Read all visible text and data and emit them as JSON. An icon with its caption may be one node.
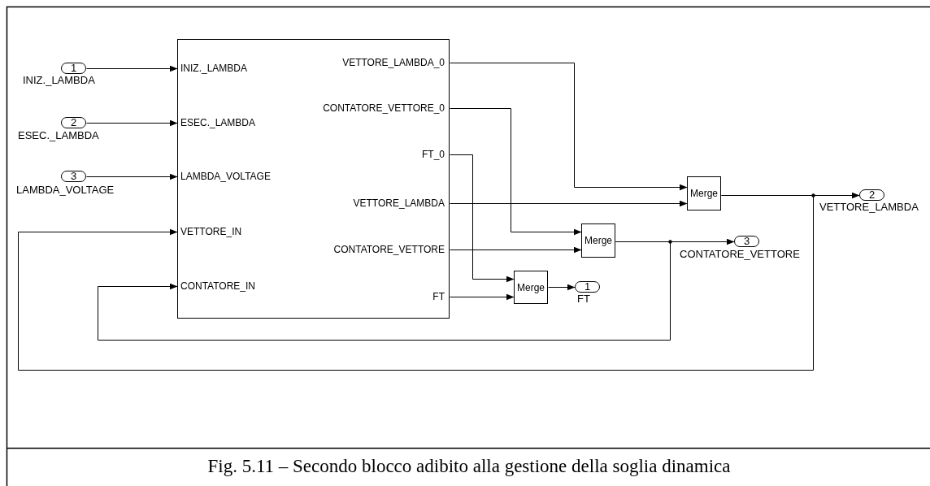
{
  "diagram": {
    "caption": "Fig. 5.11 – Secondo blocco adibito alla gestione della soglia dinamica",
    "nodes": [
      {
        "text": [
          "1"
        ],
        "beside": [
          "INIZ._LAMBDA"
        ]
      },
      {
        "text": [
          "2"
        ],
        "beside": [
          "ESEC._LAMBDA"
        ]
      },
      {
        "text": [
          "3"
        ],
        "beside": [
          "LAMBDA_VOLTAGE"
        ]
      },
      {
        "text": [
          "INIZ._LAMBDA",
          "ESEC._LAMBDA",
          "LAMBDA_VOLTAGE",
          "VETTORE_IN",
          "CONTATORE_IN",
          "VETTORE_LAMBDA_0",
          "CONTATORE_VETTORE_0",
          "FT_0",
          "VETTORE_LAMBDA",
          "CONTATORE_VETTORE",
          "FT"
        ]
      },
      {
        "text": [
          "Merge"
        ]
      },
      {
        "text": [
          "Merge"
        ]
      },
      {
        "text": [
          "Merge"
        ]
      },
      {
        "text": [
          "2"
        ],
        "beside": [
          "VETTORE_LAMBDA"
        ]
      },
      {
        "text": [
          "3"
        ],
        "beside": [
          "CONTATORE_VETTORE"
        ]
      },
      {
        "text": [
          "1"
        ],
        "beside": [
          "FT"
        ]
      }
    ],
    "edges": [
      {
        "from": 0,
        "to": 3,
        "arrow": "to"
      },
      {
        "from": 1,
        "to": 3,
        "arrow": "to"
      },
      {
        "from": 2,
        "to": 3,
        "arrow": "to"
      },
      {
        "from": 3,
        "to": 4,
        "arrow": "to"
      },
      {
        "from": 3,
        "to": 5,
        "arrow": "to"
      },
      {
        "from": 3,
        "to": 6,
        "arrow": "to"
      },
      {
        "from": 3,
        "to": 4,
        "arrow": "to"
      },
      {
        "from": 3,
        "to": 5,
        "arrow": "to"
      },
      {
        "from": 3,
        "to": 6,
        "arrow": "to"
      },
      {
        "from": 4,
        "to": 7,
        "arrow": "to"
      },
      {
        "from": 5,
        "to": 8,
        "arrow": "to"
      },
      {
        "from": 6,
        "to": 9,
        "arrow": "to"
      },
      {
        "from": 4,
        "to": 3,
        "arrow": "to"
      },
      {
        "from": 5,
        "to": 3,
        "arrow": "to"
      }
    ]
  }
}
